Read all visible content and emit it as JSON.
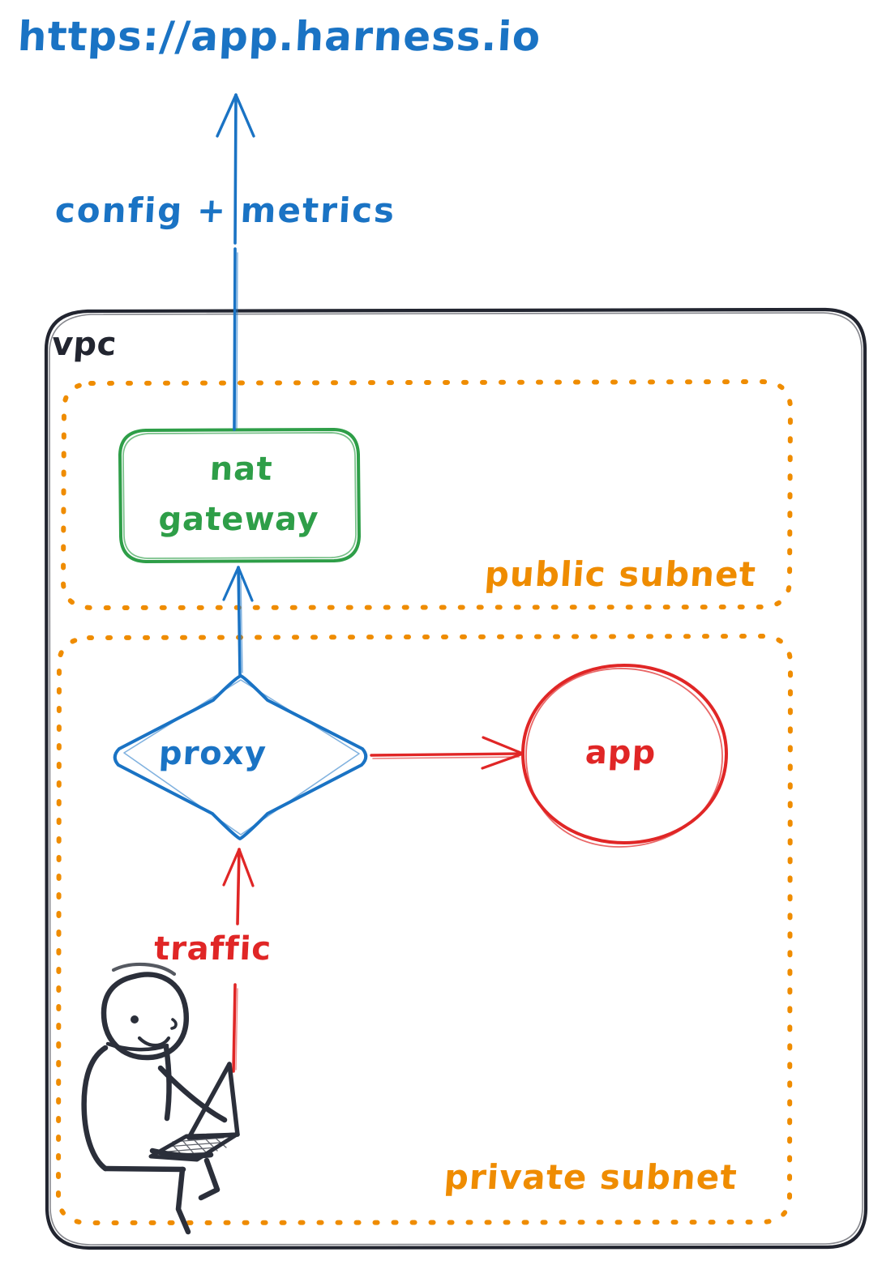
{
  "diagram": {
    "title": "https://app.harness.io",
    "style": "hand-drawn architecture sketch",
    "colors": {
      "blue": "#1a73c4",
      "green": "#2e9e48",
      "red": "#e02626",
      "orange": "#ef8c00",
      "black": "#222530",
      "background": "#ffffff"
    },
    "external": {
      "endpoint_label": "https://app.harness.io",
      "connection_label": "config + metrics"
    },
    "vpc": {
      "label": "vpc",
      "subnets": [
        {
          "id": "public",
          "label": "public subnet",
          "nodes": [
            {
              "id": "nat-gateway",
              "label": "nat gateway",
              "shape": "rounded-rect",
              "color": "#2e9e48"
            }
          ]
        },
        {
          "id": "private",
          "label": "private subnet",
          "nodes": [
            {
              "id": "proxy",
              "label": "proxy",
              "shape": "diamond",
              "color": "#1a73c4"
            },
            {
              "id": "app",
              "label": "app",
              "shape": "ellipse",
              "color": "#e02626"
            },
            {
              "id": "user",
              "label": "person-with-laptop",
              "shape": "stick-figure",
              "color": "#222530"
            }
          ]
        }
      ]
    },
    "edges": [
      {
        "id": "nat-to-internet",
        "from": "nat-gateway",
        "to": "https://app.harness.io",
        "label": "config + metrics",
        "color": "#1a73c4",
        "direction": "up"
      },
      {
        "id": "proxy-to-nat",
        "from": "proxy",
        "to": "nat-gateway",
        "label": "",
        "color": "#1a73c4",
        "direction": "up"
      },
      {
        "id": "proxy-to-app",
        "from": "proxy",
        "to": "app",
        "label": "",
        "color": "#e02626",
        "direction": "right"
      },
      {
        "id": "user-to-proxy",
        "from": "user",
        "to": "proxy",
        "label": "traffic",
        "color": "#e02626",
        "direction": "up"
      }
    ]
  }
}
